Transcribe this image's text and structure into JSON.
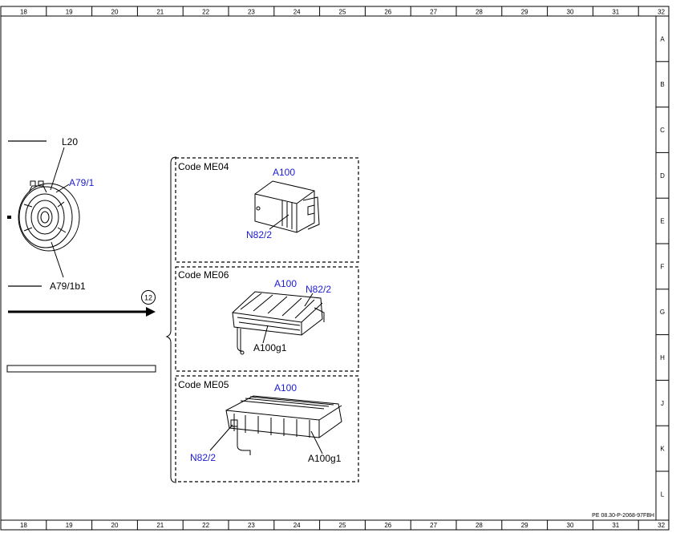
{
  "frame": {
    "columns": [
      "18",
      "19",
      "20",
      "21",
      "22",
      "23",
      "24",
      "25",
      "26",
      "27",
      "28",
      "29",
      "30",
      "31",
      "32"
    ],
    "rows": [
      "A",
      "B",
      "C",
      "D",
      "E",
      "F",
      "G",
      "H",
      "J",
      "K",
      "L"
    ]
  },
  "labels": {
    "L20": "L20",
    "A79_1": "A79/1",
    "A79_1b1": "A79/1b1",
    "circle_ref": "12"
  },
  "code_groups": [
    {
      "title": "Code ME04",
      "labels": [
        "A100",
        "N82/2"
      ]
    },
    {
      "title": "Code ME06",
      "labels": [
        "A100",
        "N82/2",
        "A100g1"
      ]
    },
    {
      "title": "Code ME05",
      "labels": [
        "A100",
        "N82/2",
        "A100g1"
      ]
    }
  ],
  "footer": {
    "doc_id": "PE 08.30-P-2068-97FBH"
  },
  "colors": {
    "component_label": "#1a1ad6",
    "line": "#000000"
  }
}
